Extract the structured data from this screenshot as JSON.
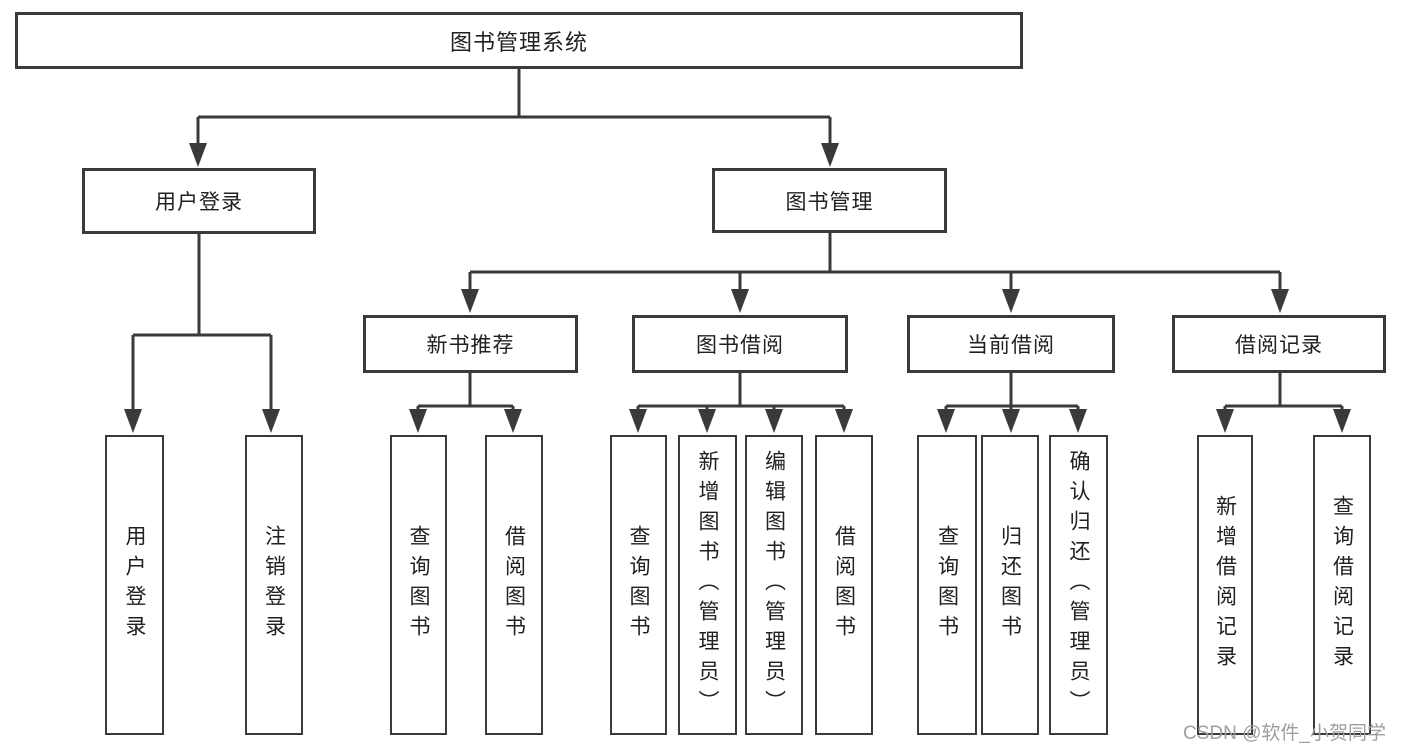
{
  "nodes": {
    "root": "图书管理系统",
    "userLogin": "用户登录",
    "bookMgmt": "图书管理",
    "newBookRec": "新书推荐",
    "bookBorrow": "图书借阅",
    "currentBorrow": "当前借阅",
    "borrowRecord": "借阅记录",
    "leafUserLogin": "用户登录",
    "leafLogout": "注销登录",
    "leafQueryBooksA": "查询图书",
    "leafBorrowBooksA": "借阅图书",
    "leafQueryBooksB": "查询图书",
    "leafAddBooks": "新增图书（管理员）",
    "leafEditBooks": "编辑图书（管理员）",
    "leafBorrowBooksB": "借阅图书",
    "leafQueryBooksC": "查询图书",
    "leafReturnBooks": "归还图书",
    "leafConfirmReturn": "确认归还（管理员）",
    "leafAddBorrowRecord": "新增借阅记录",
    "leafQueryBorrowRecord": "查询借阅记录"
  },
  "watermark": "CSDN @软件_小贺同学",
  "colors": {
    "line": "#3a3a3a",
    "text": "#212121",
    "watermark": "#9e9e9e",
    "background": "#ffffff"
  }
}
